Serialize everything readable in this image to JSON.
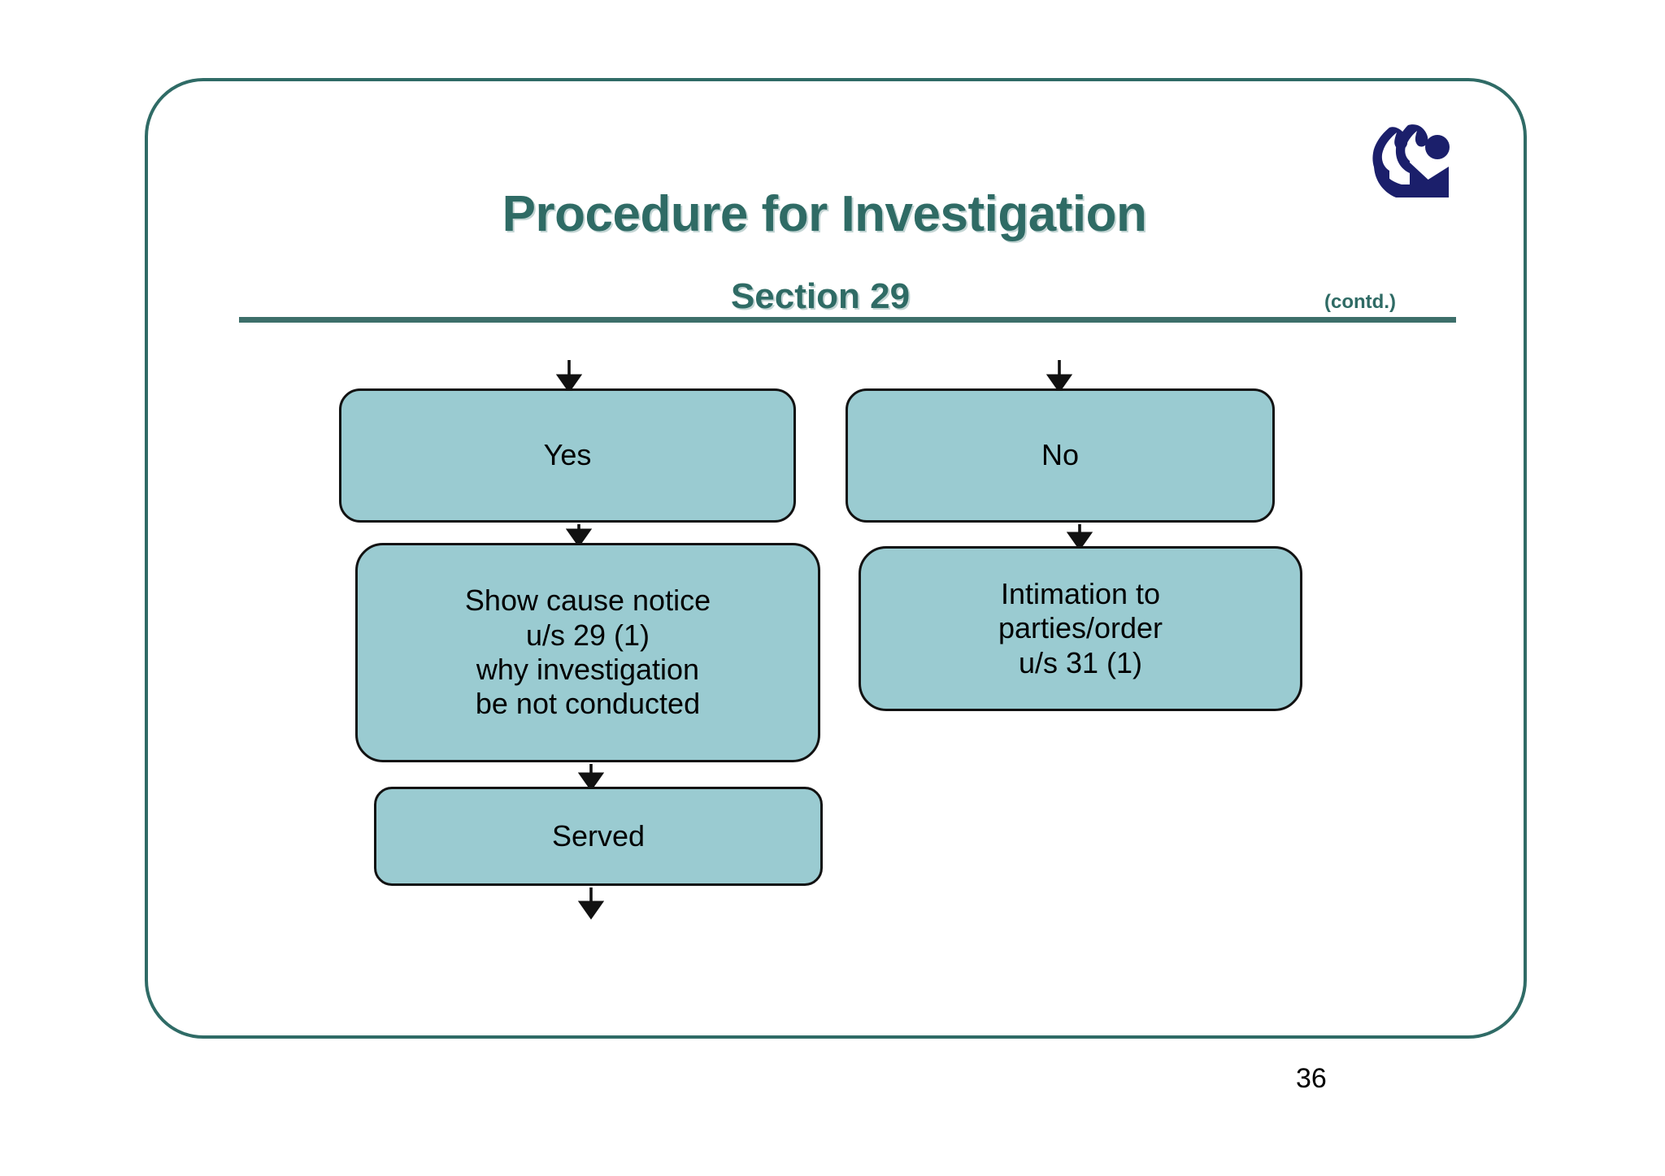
{
  "slide": {
    "title": "Procedure for Investigation",
    "subtitle": "Section 29",
    "continued_label": "(contd.)",
    "page_number": "36",
    "logo_name": "organization-flame-person-logo"
  },
  "colors": {
    "title_teal": "#2F6B65",
    "frame_teal": "#2F6B66",
    "rule_teal": "#3D6F6A",
    "box_fill": "#9ACBD1",
    "box_border": "#121212",
    "logo_navy": "#1B1F6B",
    "text_black": "#000000"
  },
  "flowchart": {
    "type": "decision-flow",
    "branches": [
      {
        "name": "yes-branch",
        "nodes": [
          {
            "id": "yes",
            "lines": [
              "Yes"
            ]
          },
          {
            "id": "show-cause-notice",
            "lines": [
              "Show cause notice",
              "u/s 29 (1)",
              "why investigation",
              "be not conducted"
            ]
          },
          {
            "id": "served",
            "lines": [
              "Served"
            ]
          }
        ]
      },
      {
        "name": "no-branch",
        "nodes": [
          {
            "id": "no",
            "lines": [
              "No"
            ]
          },
          {
            "id": "intimation",
            "lines": [
              "Intimation to",
              "parties/order",
              "u/s 31 (1)"
            ]
          }
        ]
      }
    ],
    "connectors": [
      {
        "from": "above",
        "to": "yes",
        "style": "arrow-down"
      },
      {
        "from": "yes",
        "to": "show-cause-notice",
        "style": "arrow-down"
      },
      {
        "from": "show-cause-notice",
        "to": "served",
        "style": "arrow-down"
      },
      {
        "from": "served",
        "to": "below",
        "style": "arrow-down"
      },
      {
        "from": "above",
        "to": "no",
        "style": "arrow-down"
      },
      {
        "from": "no",
        "to": "intimation",
        "style": "arrow-down"
      }
    ]
  }
}
